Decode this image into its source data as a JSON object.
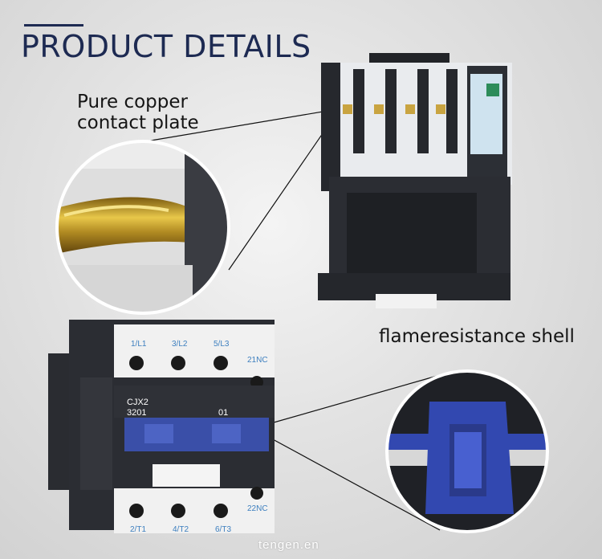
{
  "header": {
    "title": "PRODUCT DETAILS"
  },
  "callouts": {
    "copper_line1": "Pure copper",
    "copper_line2": "contact plate",
    "shell": "flameresistance shell"
  },
  "product_markings": {
    "model_line1": "CJX2",
    "model_line2": "3201",
    "contact_code": "01",
    "top_terminals": [
      "1/L1",
      "3/L2",
      "5/L3",
      "21NC"
    ],
    "bottom_terminals": [
      "2/T1",
      "4/T2",
      "6/T3",
      "22NC"
    ]
  },
  "watermark": "tengen.en",
  "colors": {
    "title": "#1d2a52",
    "housing": "#2b2d33",
    "actuator": "#3a4fa8",
    "terminal_blue": "#3d7fbf"
  }
}
